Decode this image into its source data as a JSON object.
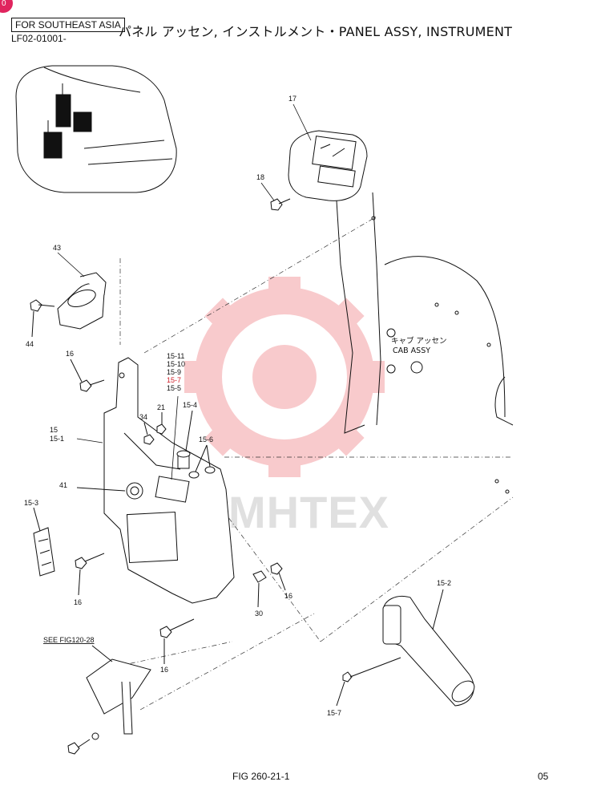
{
  "header": {
    "region": "FOR SOUTHEAST ASIA",
    "catalog_code": "LF02-01001-",
    "title": "パネル アッセン, インストルメント・PANEL ASSY, INSTRUMENT",
    "corner_badge": "0"
  },
  "callouts": {
    "c17": "17",
    "c18": "18",
    "c43": "43",
    "c44": "44",
    "c16_upper": "16",
    "c15_11": "15-11",
    "c15_10": "15-10",
    "c15_9": "15-9",
    "c15_7_red": "15-7",
    "c15_5": "15-5",
    "c34": "34",
    "c21": "21",
    "c15_4": "15-4",
    "c15": "15",
    "c15_1": "15-1",
    "c15_6": "15-6",
    "c41": "41",
    "c15_3": "15-3",
    "c16_left": "16",
    "c16_mid": "16",
    "c30": "30",
    "c16_bottom": "16",
    "c15_2": "15-2",
    "c15_7_lower": "15-7"
  },
  "annotations": {
    "cab_assy_jp": "キャブ アッセン",
    "cab_assy_en": "CAB ASSY",
    "see_fig": "SEE FIG120-28"
  },
  "watermark": {
    "text": "MHTEX",
    "color": "#e8434b"
  },
  "footer": {
    "fig_number": "FIG 260-21-1",
    "page_number": "05"
  }
}
